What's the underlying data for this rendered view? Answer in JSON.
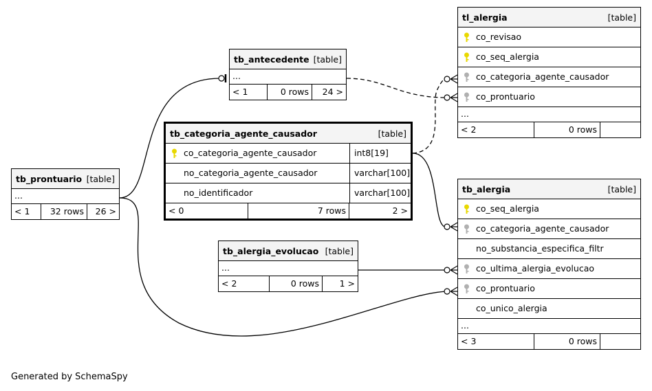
{
  "diagram": {
    "credit": "Generated by SchemaSpy",
    "tables": {
      "tb_antecedente": {
        "name": "tb_antecedente",
        "kind": "[table]",
        "more": "...",
        "footer": [
          "< 1",
          "0 rows",
          "24 >"
        ]
      },
      "tl_alergia": {
        "name": "tl_alergia",
        "kind": "[table]",
        "columns": [
          {
            "name": "co_revisao",
            "key": "primary-key-icon"
          },
          {
            "name": "co_seq_alergia",
            "key": "primary-key-icon"
          },
          {
            "name": "co_categoria_agente_causador",
            "key": "foreign-key-icon"
          },
          {
            "name": "co_prontuario",
            "key": "foreign-key-icon"
          }
        ],
        "more": "...",
        "footer": [
          "< 2",
          "0 rows",
          ""
        ]
      },
      "tb_categoria_agente_causador": {
        "name": "tb_categoria_agente_causador",
        "kind": "[table]",
        "columns": [
          {
            "name": "co_categoria_agente_causador",
            "type": "int8[19]",
            "key": "primary-key-icon"
          },
          {
            "name": "no_categoria_agente_causador",
            "type": "varchar[100]",
            "key": ""
          },
          {
            "name": "no_identificador",
            "type": "varchar[100]",
            "key": ""
          }
        ],
        "footer": [
          "< 0",
          "7 rows",
          "2 >"
        ]
      },
      "tb_prontuario": {
        "name": "tb_prontuario",
        "kind": "[table]",
        "more": "...",
        "footer": [
          "< 1",
          "32 rows",
          "26 >"
        ]
      },
      "tb_alergia_evolucao": {
        "name": "tb_alergia_evolucao",
        "kind": "[table]",
        "more": "...",
        "footer": [
          "< 2",
          "0 rows",
          "1 >"
        ]
      },
      "tb_alergia": {
        "name": "tb_alergia",
        "kind": "[table]",
        "columns": [
          {
            "name": "co_seq_alergia",
            "key": "primary-key-icon"
          },
          {
            "name": "co_categoria_agente_causador",
            "key": "foreign-key-icon"
          },
          {
            "name": "no_substancia_especifica_filtr",
            "key": ""
          },
          {
            "name": "co_ultima_alergia_evolucao",
            "key": "foreign-key-icon"
          },
          {
            "name": "co_prontuario",
            "key": "foreign-key-icon"
          },
          {
            "name": "co_unico_alergia",
            "key": ""
          }
        ],
        "more": "...",
        "footer": [
          "< 3",
          "0 rows",
          ""
        ]
      }
    },
    "colors": {
      "primary_key": "#e8d800",
      "foreign_key": "#b0b0b0",
      "header_bg": "#f4f4f4"
    }
  }
}
